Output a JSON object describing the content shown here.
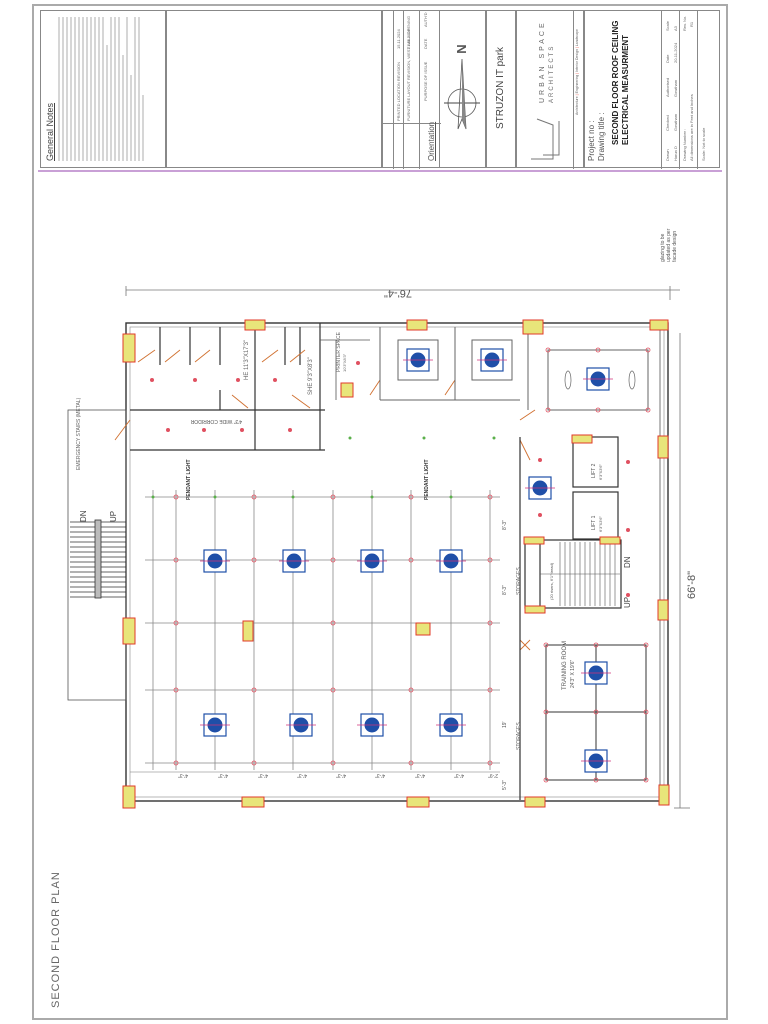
{
  "sheet": {
    "view_title": "SECOND FLOOR PLAN",
    "border_color": "#aaaaaa",
    "accent_line_color": "#c9a0d6"
  },
  "title_block": {
    "general_notes": {
      "heading": "General Notes",
      "items": [
        "1",
        "2",
        "3",
        "4",
        "5",
        "6",
        "7"
      ]
    },
    "revisions": [
      {
        "rev": "2",
        "purpose": "PRINTED LOCATION REVISION",
        "date": "15.11.2024"
      },
      {
        "rev": "1",
        "purpose": "FURNITURE LAYOUT REVISION, WEST WALL OPENING",
        "date": "21.11.2024"
      }
    ],
    "revision_headers": {
      "rev": "REV",
      "purpose": "PURPOSE OF ISSUE",
      "date": "DATE",
      "auth": "AUTH'D"
    },
    "orientation_label": "Orientation",
    "north_label": "N",
    "project_name": "STRUZON IT park",
    "firm": {
      "name_line1": "URBAN SPACE",
      "name_line2": "ARCHITECTS",
      "services": [
        "Architecture",
        "Engineering",
        "Interior Design",
        "Landscape"
      ]
    },
    "project_no_label": "Project no :",
    "drawing_title_label": "Drawing title :",
    "drawing_title_line1": "SECOND FLOOR ROOF CEILING",
    "drawing_title_line2": "ELECTRICAL MEASURMENT",
    "meta_headers": [
      "Drawn",
      "Checked",
      "Authorised",
      "Date",
      "Scale"
    ],
    "meta_values": [
      "Harun D",
      "Gowtham",
      "Gowtham",
      "20-11-2024",
      "A3"
    ],
    "drawing_number_label": "Drawing Number :",
    "rev_no_label": "Rev. No.",
    "rev_no_value": "R1",
    "dimensions_note": "All dimensions are in Feet and Inches",
    "scale_note": "Scale: Not to scale"
  },
  "annotations": {
    "glazing_note": "glazing to be updated as per facade design",
    "overall_width": "76'-4\"",
    "overall_depth": "66'-8\"",
    "corridor": "4'3\" WIDE CORRIDOR",
    "pendant_light_1": "PENDANT LIGHT",
    "pendant_light_2": "PENDANT LIGHT",
    "printer_space": "PRINTER SPACE",
    "printer_space_size": "10'3\"X8'3\"",
    "toilet_he": "HE 11'3\"X17'3\"",
    "toilet_she": "SHE 9'3\"X8'3\"",
    "lift_1": "LIFT 1",
    "lift_1_size": "6'3\"X3'6\"",
    "lift_2": "LIFT 2",
    "lift_2_size": "6'3\"X3'6\"",
    "stair_note": "(20 risers, 6'1\" tread)",
    "stair_dn": "DN",
    "stair_up": "UP",
    "storages_1": "STORAGES",
    "storages_2": "STORAGES",
    "training_room": "TRAINING ROOM",
    "training_room_size": "24'3\" X 19'6\"",
    "emergency_stairs": "EMERGENCY STAIRS (METAL)",
    "emergency_dn": "DN",
    "emergency_up": "UP",
    "bay_dims": [
      "4'-3\"",
      "4'-3\"",
      "4'-3\"",
      "4'-3\"",
      "4'-3\"",
      "4'-3\"",
      "4'-3\"",
      "4'-3\"",
      "2'-9\""
    ],
    "row_dims": [
      "8'",
      "8'-3\"",
      "8'-3\"",
      "19'",
      "5'-3\""
    ]
  },
  "legend_colors": {
    "ac_unit": "#1f4fa8",
    "column": "#e8e57a",
    "column_border": "#e03a2a",
    "light_point": "#e05060",
    "pendant_point": "#5ab04a",
    "door": "#d07030",
    "wall": "#333333",
    "grid": "#888888"
  }
}
